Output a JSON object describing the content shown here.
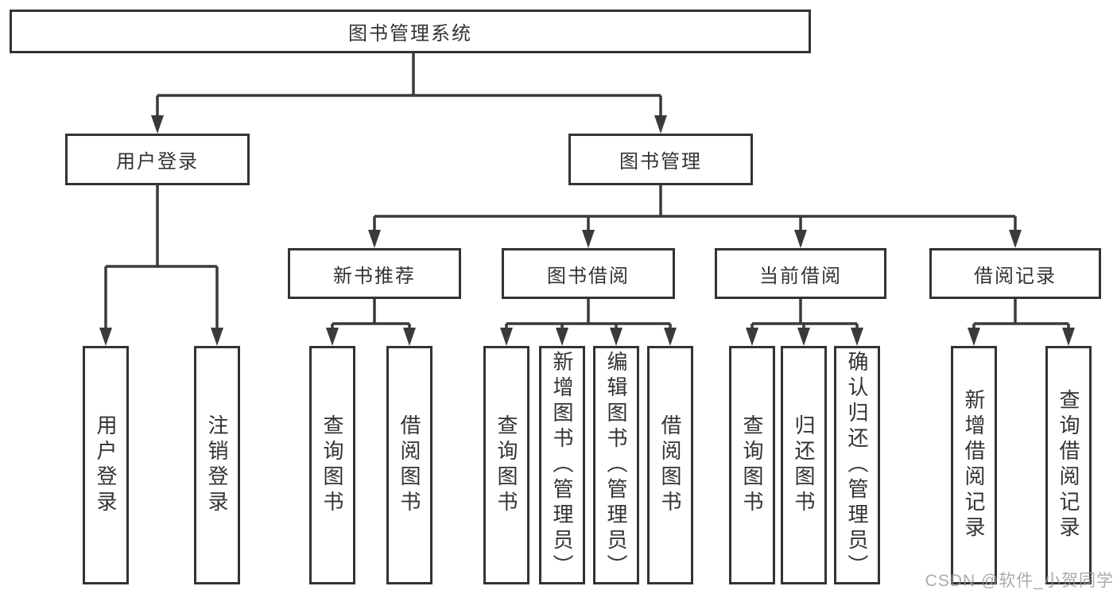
{
  "diagram": {
    "title": "图书管理系统",
    "level2": {
      "user_login": "用户登录",
      "book_mgmt": "图书管理"
    },
    "level3": {
      "new_books": "新书推荐",
      "borrowing": "图书借阅",
      "current": "当前借阅",
      "records": "借阅记录"
    },
    "leaves": {
      "user_login": [
        "用户登录",
        "注销登录"
      ],
      "new_books": [
        "查询图书",
        "借阅图书"
      ],
      "borrowing": [
        "查询图书",
        "新增图书（管理员）",
        "编辑图书（管理员）",
        "借阅图书"
      ],
      "current": [
        "查询图书",
        "归还图书",
        "确认归还（管理员）"
      ],
      "records": [
        "新增借阅记录",
        "查询借阅记录"
      ]
    }
  },
  "watermark": {
    "text": "CSDN @软件_小贺同学"
  },
  "colors": {
    "line": "#3a3a3a",
    "border": "#333333",
    "text": "#333333",
    "background": "#ffffff",
    "watermark": "#969696"
  }
}
